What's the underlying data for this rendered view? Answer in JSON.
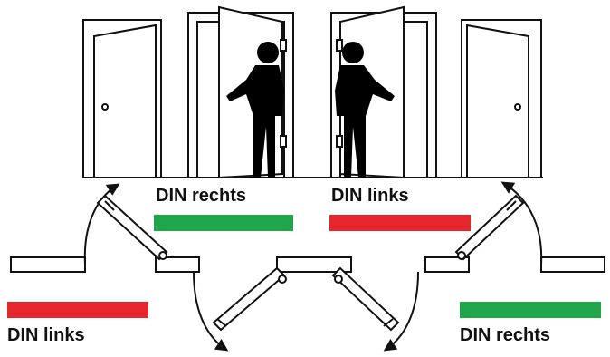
{
  "labels": {
    "top_left": "DIN rechts",
    "top_right": "DIN links",
    "bottom_left": "DIN links",
    "bottom_right": "DIN rechts"
  },
  "colors": {
    "rechts": "#1fa54a",
    "links": "#e8262d",
    "ink": "#111111"
  },
  "icons": {
    "person": "person-silhouette-icon",
    "door": "door-icon",
    "swing": "swing-arc-arrow-icon"
  }
}
